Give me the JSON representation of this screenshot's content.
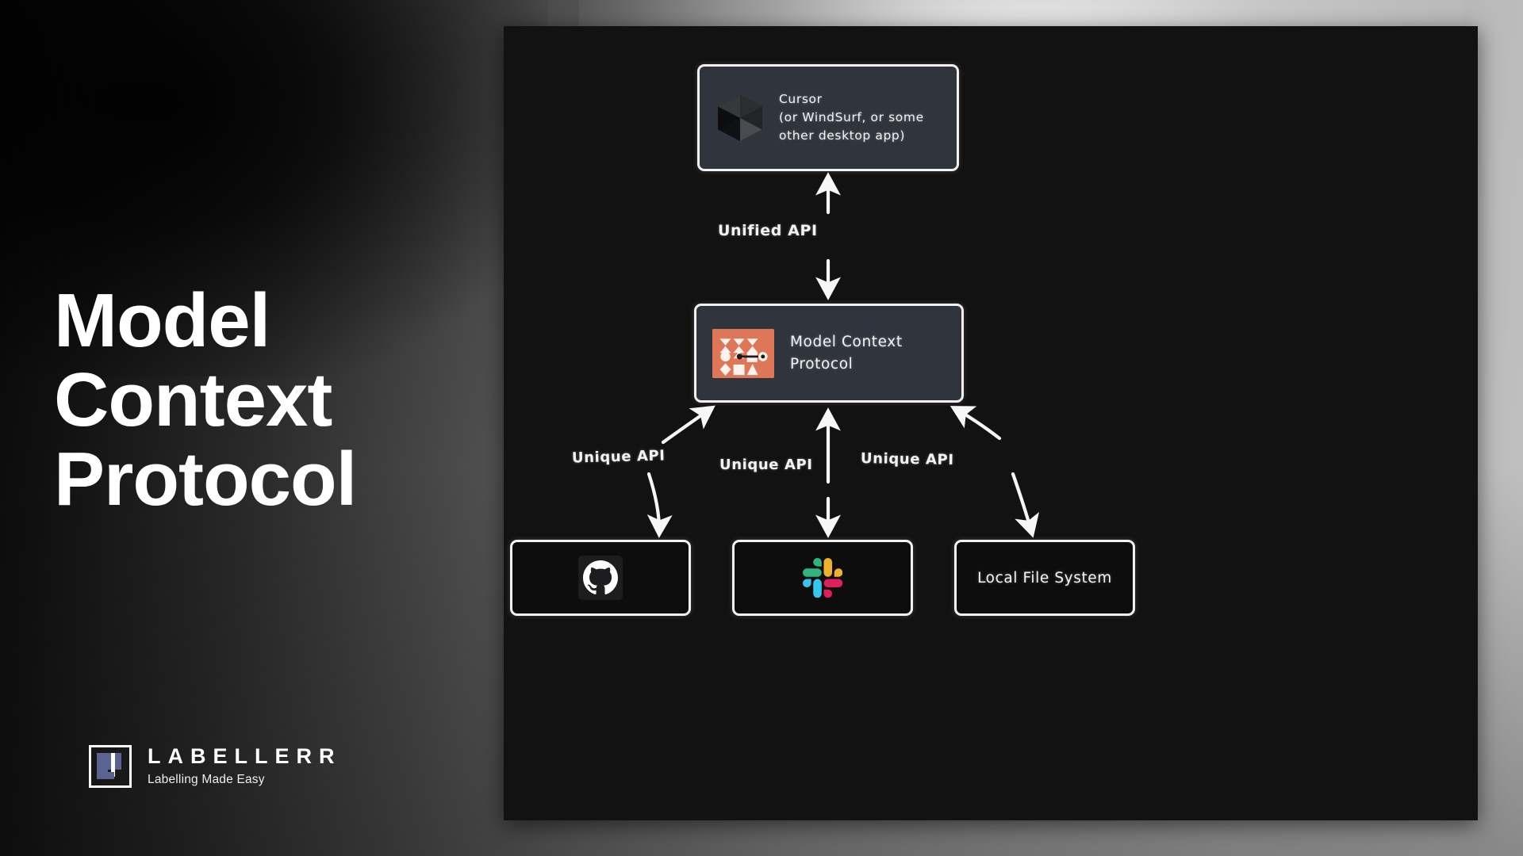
{
  "background": {
    "gradient_from": "#050505",
    "gradient_to": "#c3c3c3",
    "panel_bg": "#121212"
  },
  "title": {
    "line1": "Model",
    "line2": "Context",
    "line3": "Protocol"
  },
  "brand": {
    "name": "LABELLERR",
    "tagline": "Labelling Made Easy",
    "mark_color": "#5b6390"
  },
  "diagram": {
    "type": "flow-diagram",
    "nodes": [
      {
        "id": "cursor",
        "icon": "cursor-cube-icon",
        "line1": "Cursor",
        "line2": "(or WindSurf, or some",
        "line3": "other desktop app)",
        "bg": "#2f343d"
      },
      {
        "id": "mcp",
        "icon": "mcp-logo-icon",
        "line1": "Model Context",
        "line2": "Protocol",
        "bg": "#2f343d",
        "icon_bg": "#dd7757"
      },
      {
        "id": "github",
        "icon": "github-icon",
        "label": "",
        "bg": "#0d0d0d"
      },
      {
        "id": "slack",
        "icon": "slack-icon",
        "label": "",
        "bg": "#0d0d0d"
      },
      {
        "id": "filesystem",
        "icon": "",
        "label": "Local File System",
        "bg": "#0d0d0d"
      }
    ],
    "edges": [
      {
        "id": "cursor-mcp",
        "label": "Unified API",
        "style": "double-headed-straight"
      },
      {
        "id": "mcp-github",
        "label": "Unique API",
        "style": "double-headed-curved"
      },
      {
        "id": "mcp-slack",
        "label": "Unique API",
        "style": "double-headed-straight"
      },
      {
        "id": "mcp-filesystem",
        "label": "Unique API",
        "style": "double-headed-curved"
      }
    ]
  },
  "colors": {
    "mcp_orange": "#dd7757",
    "slack_blue": "#36c5f0",
    "slack_green": "#2eb67d",
    "slack_red": "#e01e5a",
    "slack_yellow": "#ecb22e",
    "node_border": "#f2f2f2"
  }
}
